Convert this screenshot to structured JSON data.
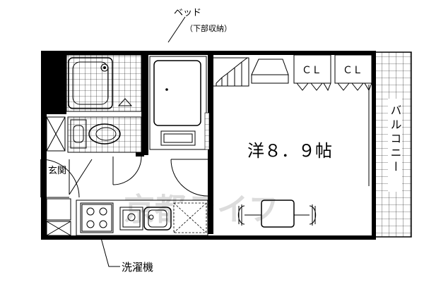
{
  "labels": {
    "bed": "ベッド",
    "bed_note": "（下部収納）",
    "room": "洋８．９帖",
    "closet_1": "ＣＬ",
    "closet_2": "ＣＬ",
    "balcony": "バルコニー",
    "entrance": "玄関",
    "washing_machine": "洗濯機"
  },
  "watermark": "京都ライフ",
  "colors": {
    "line": "#000000",
    "background": "#ffffff",
    "watermark": "#d9d9d9"
  }
}
